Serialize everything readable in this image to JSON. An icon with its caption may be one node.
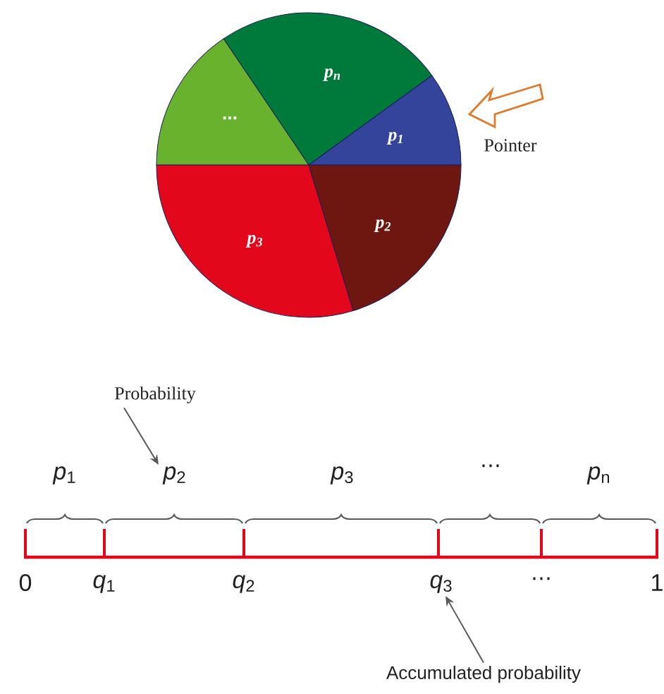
{
  "diagram": {
    "nodes": [
      {
        "text": [
          "*p*$_{n}$"
        ]
      },
      {
        "text": [
          "⋯"
        ]
      },
      {
        "text": [
          "*p*$_{1}$"
        ]
      },
      {
        "text": [
          "*p*$_{3}$"
        ]
      },
      {
        "text": [
          "*p*$_{2}$"
        ]
      },
      {
        "text": [
          "Probability"
        ]
      },
      {
        "text": [
          "*p*$_{2}$"
        ]
      },
      {
        "text": [
          "Accumulated probability"
        ]
      },
      {
        "text": [
          "*q*$_{3}$"
        ]
      }
    ],
    "edges": [
      {
        "from": 5,
        "to": 6,
        "arrow": "to"
      },
      {
        "from": 7,
        "to": 8,
        "arrow": "to"
      },
      {
        "from": null,
        "to": 2,
        "arrow": "to",
        "style": "thick",
        "color": "#e07a2a"
      }
    ],
    "labels": [
      "Pointer",
      "*p*$_{1}$",
      "*p*$_{3}$",
      "⋯",
      "*p*$_{n}$",
      "0",
      "*q*$_{1}$",
      "*q*$_{2}$",
      "⋯",
      "1"
    ]
  }
}
